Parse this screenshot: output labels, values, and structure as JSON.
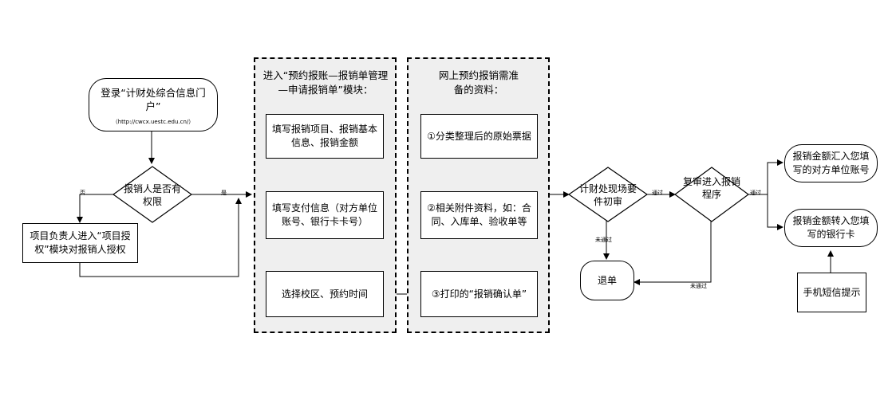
{
  "start": {
    "title": "登录“计财处综合信息门户”",
    "url": "（http://cwcx.uestc.edu.cn/）"
  },
  "decision_permission": "报销人是否有权限",
  "permission_no": "否",
  "permission_yes": "是",
  "authorize_box": "项目负责人进入“项目授权”模块对报销人授权",
  "module_fill": {
    "title": "进入“预约报账—报销单管理—申请报销单”模块：",
    "step1": "填写报销项目、报销基本信息、报销金额",
    "step2": "填写支付信息（对方单位账号、银行卡卡号）",
    "step3": "选择校区、预约时间"
  },
  "module_materials": {
    "title": "网上预约报销需准备的资料：",
    "item1": "①分类整理后的原始票据",
    "item2": "②相关附件资料，如：合同、入库单、验收单等",
    "item3": "③打印的“报销确认单”"
  },
  "decision_initial": "计财处现场要件初审",
  "decision_review": "复审进入报销程序",
  "label_pass_1": "通过",
  "label_pass_2": "通过",
  "label_fail_1": "未通过",
  "label_fail_2": "未通过",
  "return_box": "退单",
  "result_company": "报销金额汇入您填写的对方单位账号",
  "result_card": "报销金额转入您填写的银行卡",
  "sms_box": "手机短信提示"
}
